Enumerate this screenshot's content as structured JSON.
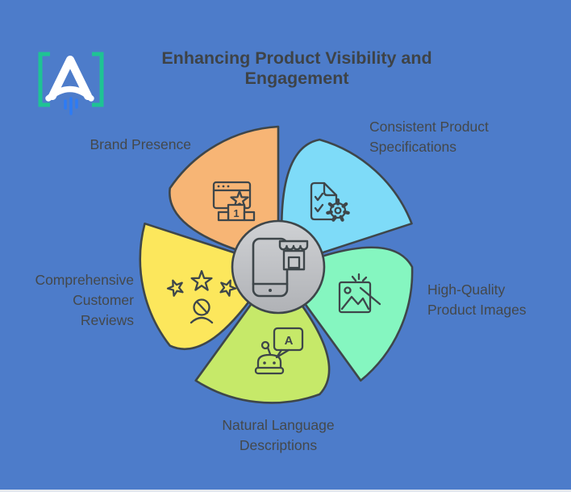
{
  "title": "Enhancing Product Visibility and Engagement",
  "background_color": "#4d7cca",
  "outline_color": "#3e464a",
  "title_color": "#3e4347",
  "label_color": "#44484b",
  "logo": {
    "name": "rocket-a-logo",
    "bracket_color": "#1ec394",
    "mark_color": "#ffffff",
    "accent_color": "#2d7bf5"
  },
  "center": {
    "icon": "phone-storefront-icon",
    "fill_top": "#cfd1d4",
    "fill_bottom": "#b0b2b6",
    "badge_fill": "#c5c7ca"
  },
  "segments": [
    {
      "label": "Brand Presence",
      "color": "#f7b575",
      "icon": "browser-star-ranking-icon",
      "badge_text": "1"
    },
    {
      "label": "Consistent Product Specifications",
      "color": "#7edbf8",
      "icon": "document-checklist-gear-icon"
    },
    {
      "label": "High-Quality Product Images",
      "color": "#85f6c0",
      "icon": "image-magic-wand-icon"
    },
    {
      "label": "Natural Language Descriptions",
      "color": "#c6e969",
      "icon": "chatbot-speech-bubble-icon",
      "bubble_text": "A"
    },
    {
      "label": "Comprehensive Customer Reviews",
      "color": "#fce75c",
      "icon": "stars-reviewer-icon"
    }
  ]
}
